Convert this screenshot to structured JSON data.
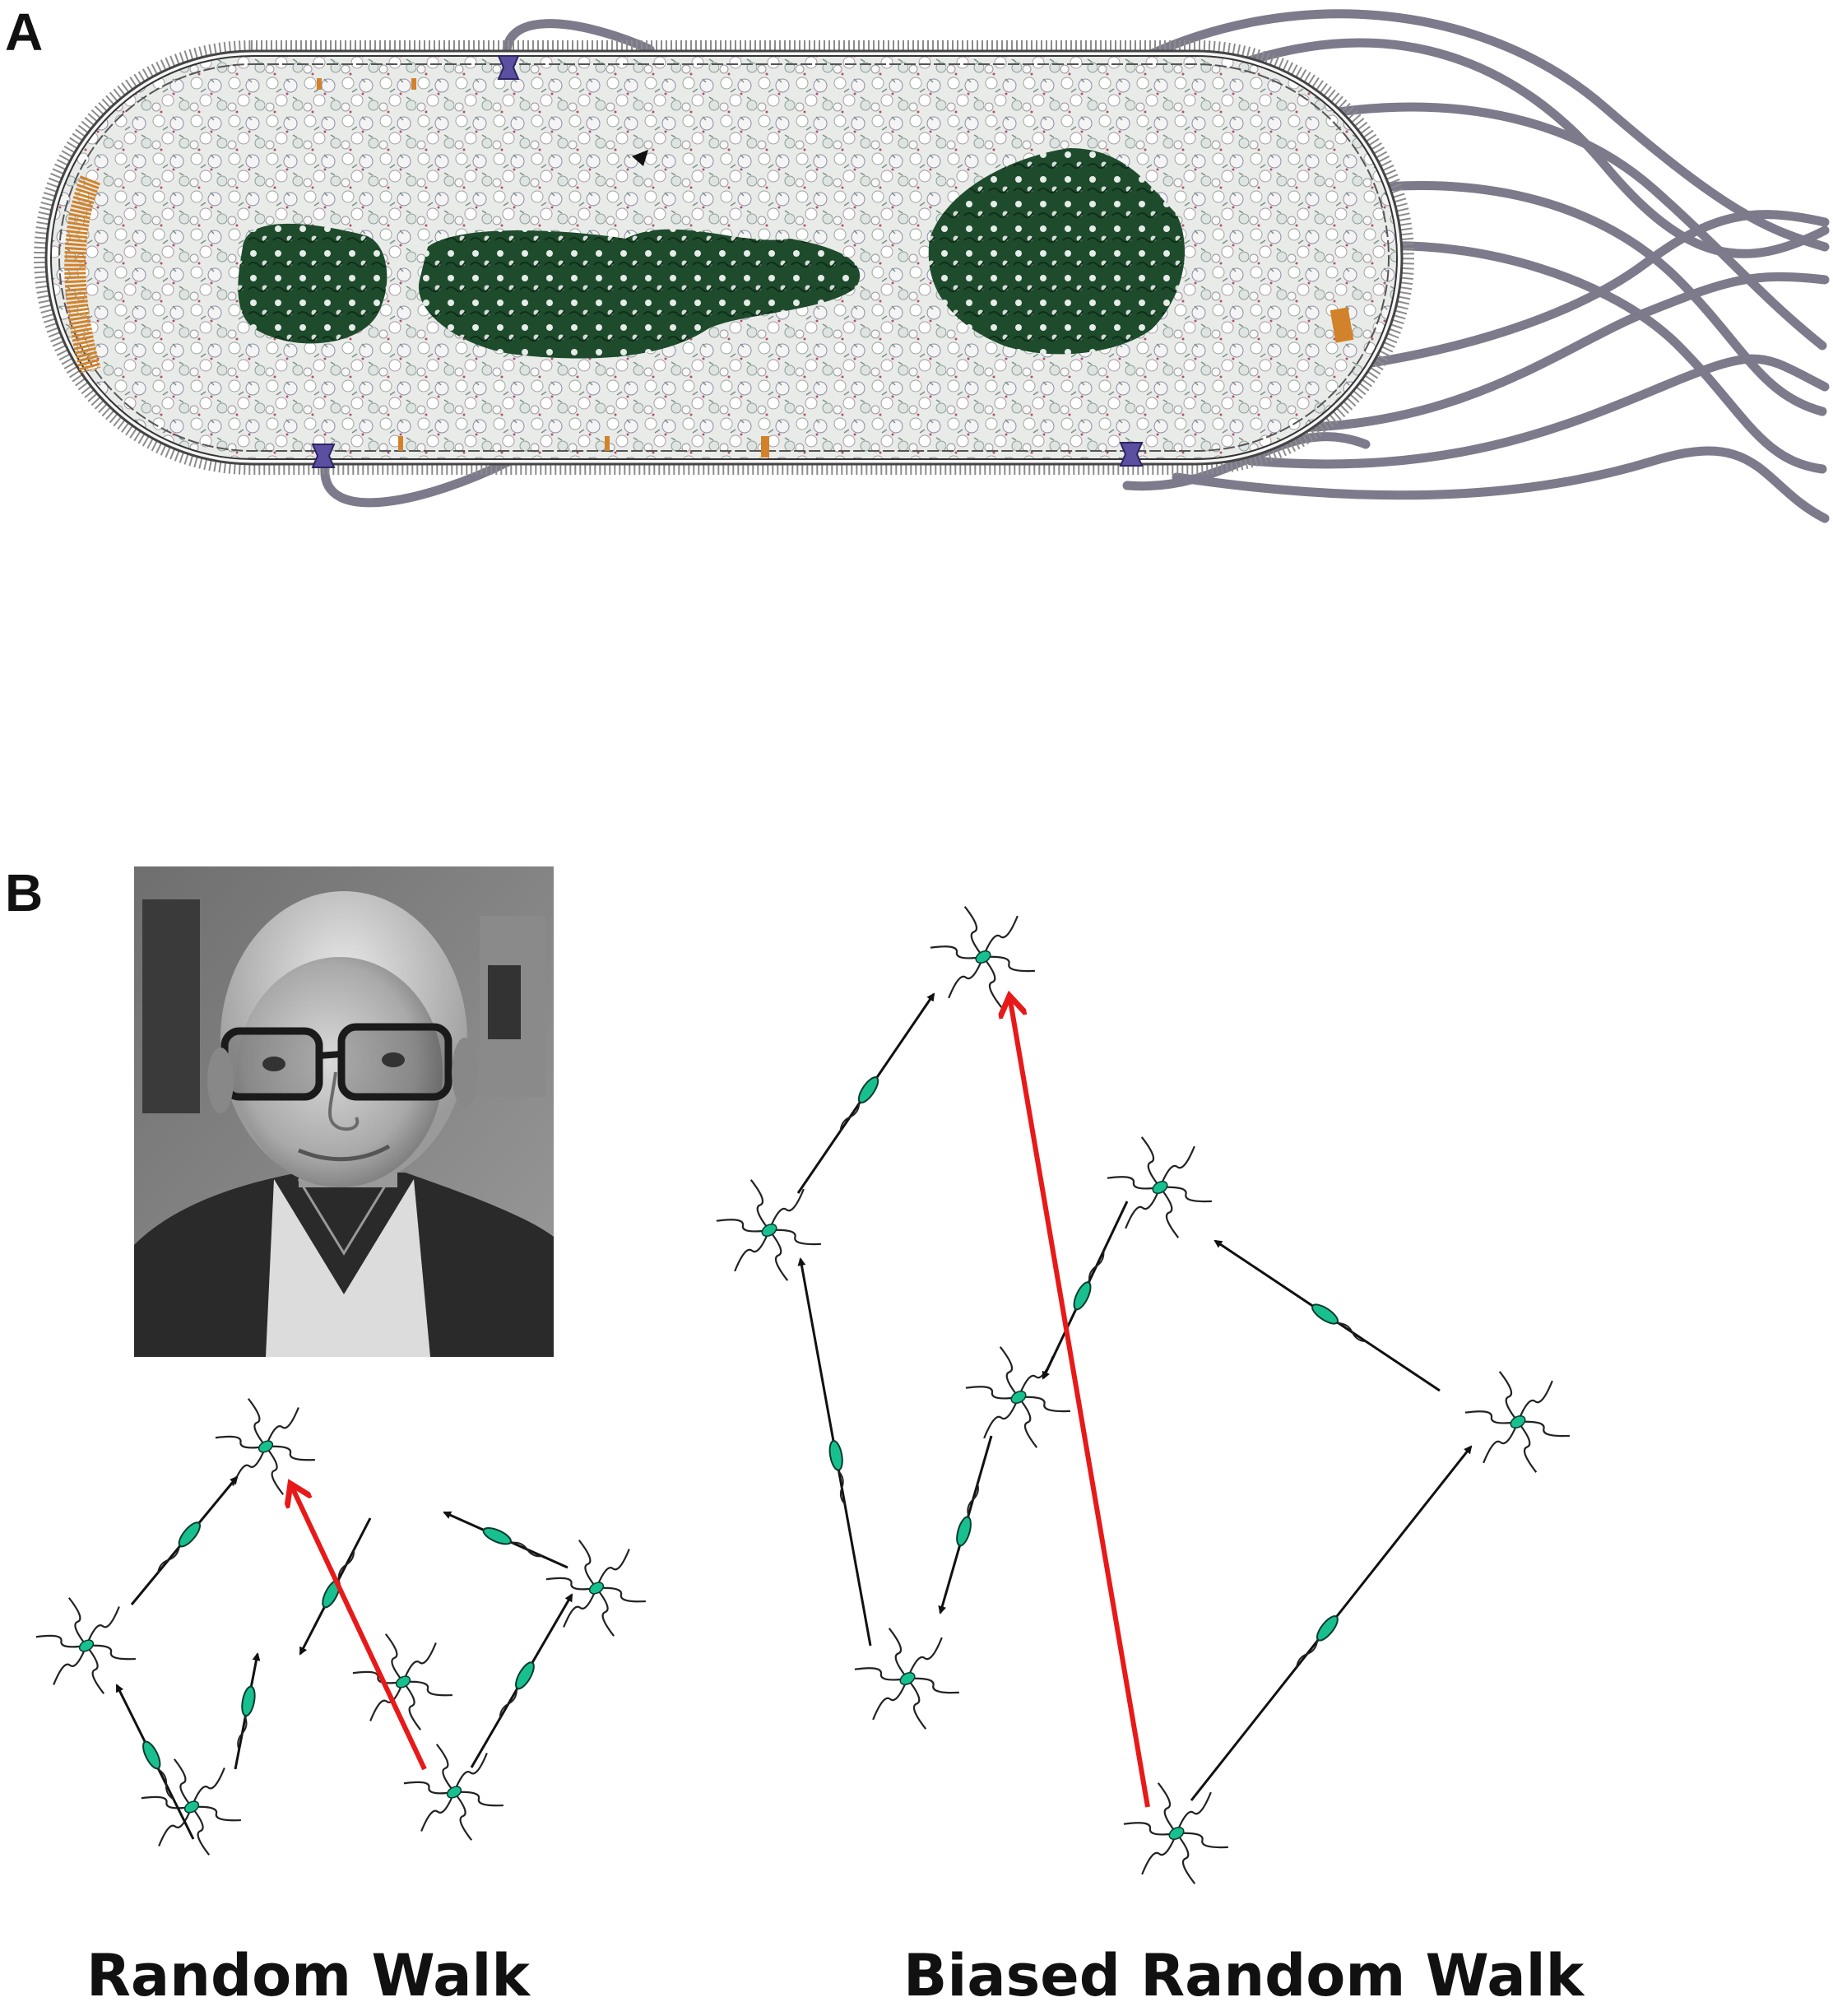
{
  "panel_a": {
    "label": "A"
  },
  "panel_b": {
    "label": "B",
    "portrait": {
      "description": "portrait-photo"
    },
    "random_walk": {
      "caption": "Random Walk"
    },
    "biased_random_walk": {
      "caption": "Biased Random Walk"
    }
  },
  "colors": {
    "flagella": "#7d7a8c",
    "nucleoid": "#1d4a2a",
    "membrane_protein": "#d1822b",
    "motor": "#5a4fa0",
    "net_displacement": "#e81919",
    "run_arrow": "#111111",
    "cell_body": "#18c08f"
  },
  "icons": [
    "bacterium-cell-icon",
    "flagellar-motor-icon",
    "tumble-cell-icon",
    "run-arrow-icon"
  ]
}
